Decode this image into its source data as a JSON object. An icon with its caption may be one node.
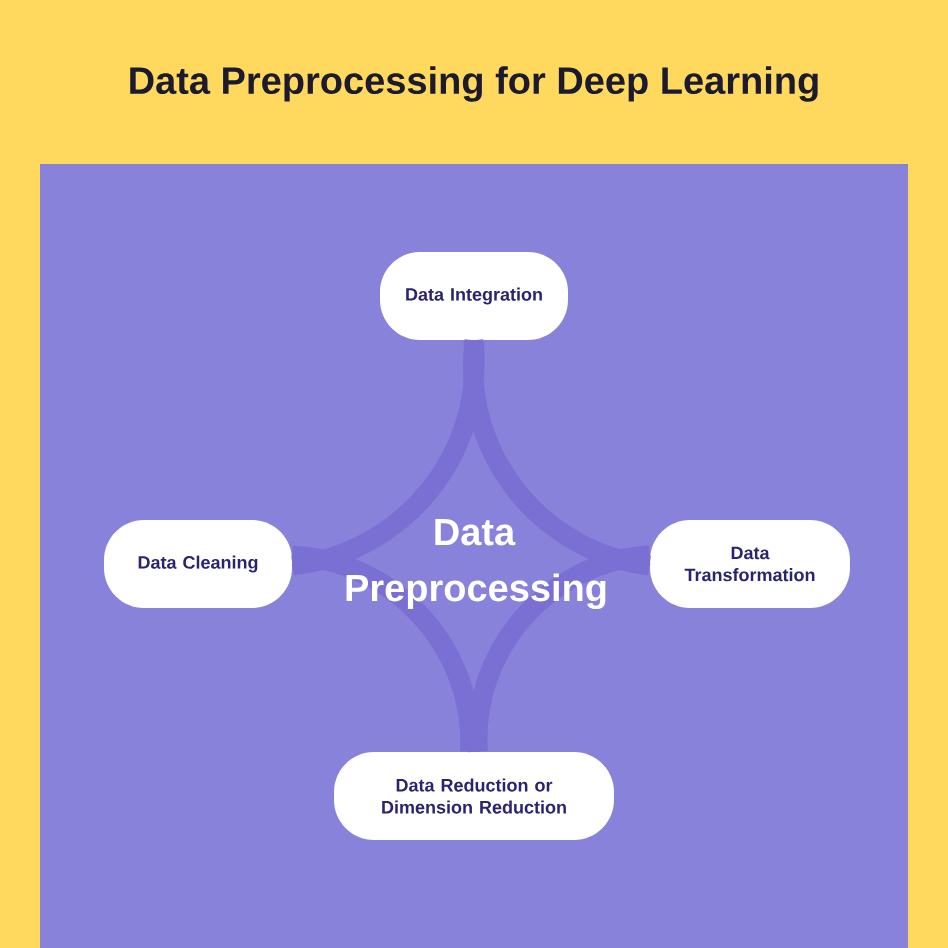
{
  "diagram": {
    "title": "Data Preprocessing for Deep Learning",
    "nodes": [
      {
        "text": [
          "Data Integration"
        ]
      },
      {
        "text": [
          "Data Transformation"
        ]
      },
      {
        "text": [
          "Data Reduction or Dimension Reduction"
        ]
      },
      {
        "text": [
          "Data Cleaning"
        ]
      }
    ],
    "edges": [
      {
        "from": 0,
        "to": 1,
        "arrow": "none"
      },
      {
        "from": 1,
        "to": 2,
        "arrow": "none"
      },
      {
        "from": 2,
        "to": 3,
        "arrow": "none"
      },
      {
        "from": 3,
        "to": 0,
        "arrow": "none"
      }
    ],
    "labels": [
      "Data Preprocessing"
    ]
  }
}
